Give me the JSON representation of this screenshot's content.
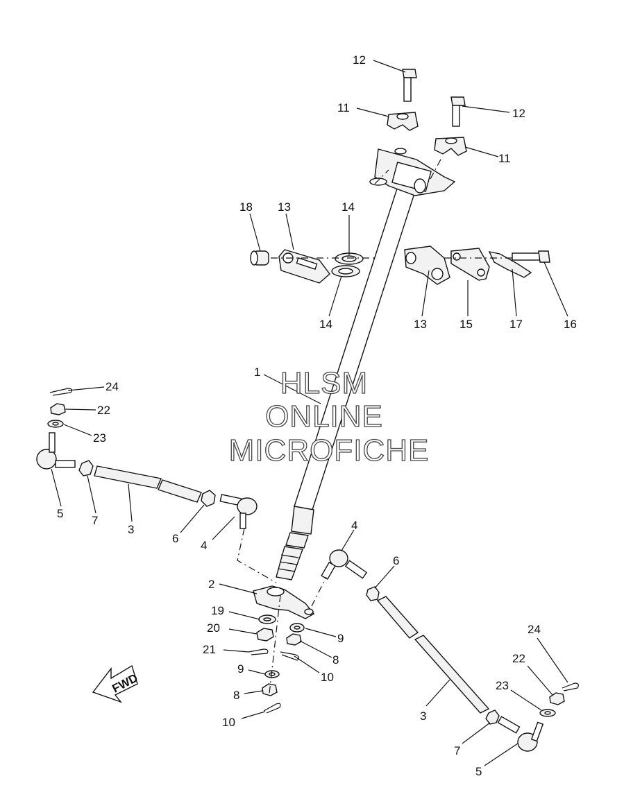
{
  "watermark": {
    "line1": "HLSM",
    "line2": "ONLINE",
    "line3": "MICROFICHE"
  },
  "direction_arrow": "FWD",
  "callouts": {
    "c1": "1",
    "c2": "2",
    "c3a": "3",
    "c3b": "3",
    "c4a": "4",
    "c4b": "4",
    "c5a": "5",
    "c5b": "5",
    "c6a": "6",
    "c6b": "6",
    "c7a": "7",
    "c7b": "7",
    "c8a": "8",
    "c8b": "8",
    "c9a": "9",
    "c9b": "9",
    "c10a": "10",
    "c10b": "10",
    "c11a": "11",
    "c11b": "11",
    "c12a": "12",
    "c12b": "12",
    "c13a": "13",
    "c13b": "13",
    "c14a": "14",
    "c14b": "14",
    "c15": "15",
    "c16": "16",
    "c17": "17",
    "c18": "18",
    "c19": "19",
    "c20": "20",
    "c21": "21",
    "c22a": "22",
    "c22b": "22",
    "c23a": "23",
    "c23b": "23",
    "c24a": "24",
    "c24b": "24"
  }
}
